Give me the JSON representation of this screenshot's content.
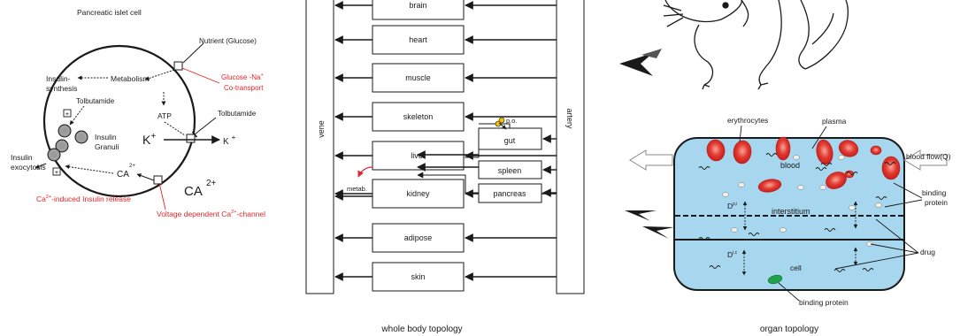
{
  "panel1": {
    "title": "Pancreatic islet cell",
    "nutrient": "Nutrient (Glucose)",
    "glucose_na_line1": "Glucose -Na",
    "glucose_na_sup": "+",
    "glucose_na_line2": "Co-transport",
    "metabolism": "Metabolism",
    "insulin_line1": "Insulin-",
    "insulin_line2": "synthesis",
    "tolbutamide_a": "Tolbutamide",
    "tolbutamide_b": "Tolbutamide",
    "atp": "ATP",
    "insulin_granuli_1": "Insulin",
    "insulin_granuli_2": "Granuli",
    "k_in": "K",
    "k_out": "K",
    "k_sup": "+",
    "insulin_exo_1": "Insulin",
    "insulin_exo_2": "exocytosis",
    "ca_in": "CA",
    "ca_out": "CA",
    "ca_sup": "2+",
    "ca_release_pre": "Ca",
    "ca_release_sup": "2+",
    "ca_release_post": "-induced Insulin release",
    "voltage_pre": "Voltage dependent Ca",
    "voltage_sup": "2+",
    "voltage_post": "-channel",
    "box_plus": "+",
    "box_minus": "-",
    "colors": {
      "accent_red": "#e0262b",
      "line": "#1a1a1a"
    }
  },
  "panel2": {
    "caption": "whole body topology",
    "vene": "vene",
    "artery": "artery",
    "organs": [
      "brain",
      "heart",
      "muscle",
      "skeleton",
      "liver",
      "kidney",
      "adipose",
      "skin"
    ],
    "gut": "gut",
    "spleen": "spleen",
    "pancreas": "pancreas",
    "po": "p.o.",
    "metab": "metab."
  },
  "panel3": {
    "caption": "organ topology",
    "erythrocytes": "erythrocytes",
    "plasma": "plasma",
    "blood_flow": "blood flow(Q)",
    "blood": "blood",
    "binding_protein_1": "binding",
    "binding_protein_2": "protein",
    "interstitium": "interstitium",
    "drug": "drug",
    "cell": "cell",
    "binding_protein_bottom": "binding protein",
    "d_label": "D",
    "d_sup1": "p,i",
    "d_sup2": "i,c",
    "colors": {
      "cell_fill": "#a7d7ee",
      "rbc": "#e23a2f"
    }
  }
}
